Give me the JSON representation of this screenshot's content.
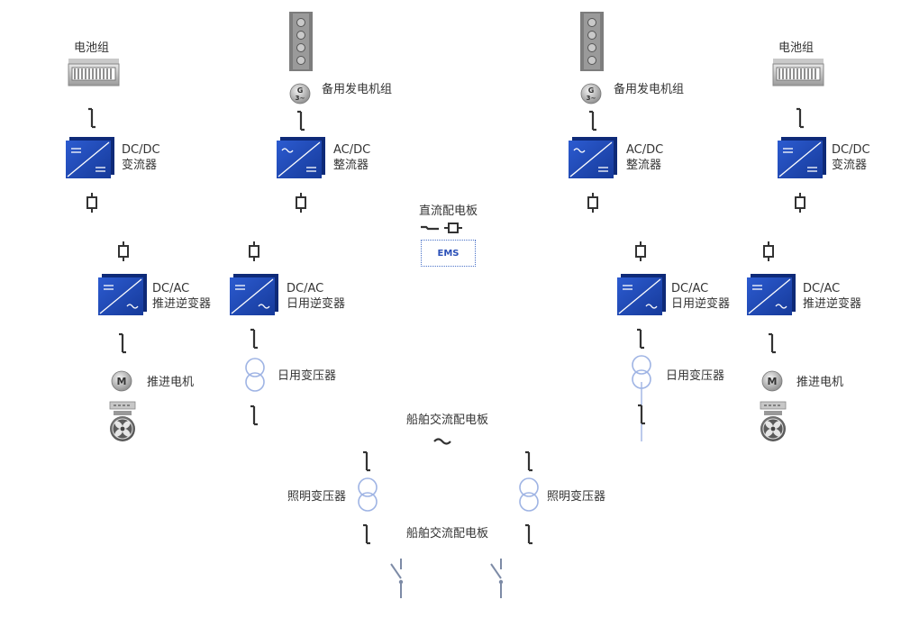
{
  "colors": {
    "converter": "#1f47b0",
    "converter_dark": "#163585",
    "line": "#333333",
    "transformer": "#8fa8dd",
    "generator": "#666666"
  },
  "labels": {
    "battery_left": "电池组",
    "battery_right": "电池组",
    "gen_left": "备用发电机组",
    "gen_right": "备用发电机组",
    "dcdc_left": [
      "DC/DC",
      "变流器"
    ],
    "acdc_left": [
      "AC/DC",
      "整流器"
    ],
    "acdc_right": [
      "AC/DC",
      "整流器"
    ],
    "dcdc_right": [
      "DC/DC",
      "变流器"
    ],
    "dc_board": "直流配电板",
    "ems": "EMS",
    "inv_prop_left": [
      "DC/AC",
      "推进逆变器"
    ],
    "inv_daily_left": [
      "DC/AC",
      "日用逆变器"
    ],
    "inv_daily_right": [
      "DC/AC",
      "日用逆变器"
    ],
    "inv_prop_right": [
      "DC/AC",
      "推进逆变器"
    ],
    "motor_left": "推进电机",
    "motor_right": "推进电机",
    "daily_tx_left": "日用变压器",
    "daily_tx_right": "日用变压器",
    "ac_board_top": "船舶交流配电板",
    "light_tx_left": "照明变压器",
    "light_tx_right": "照明变压器",
    "ac_board_bottom": "船舶交流配电板"
  },
  "icons": {
    "gen_symbol": "G",
    "gen_symbol_sub": "3~",
    "motor_symbol": "M"
  }
}
